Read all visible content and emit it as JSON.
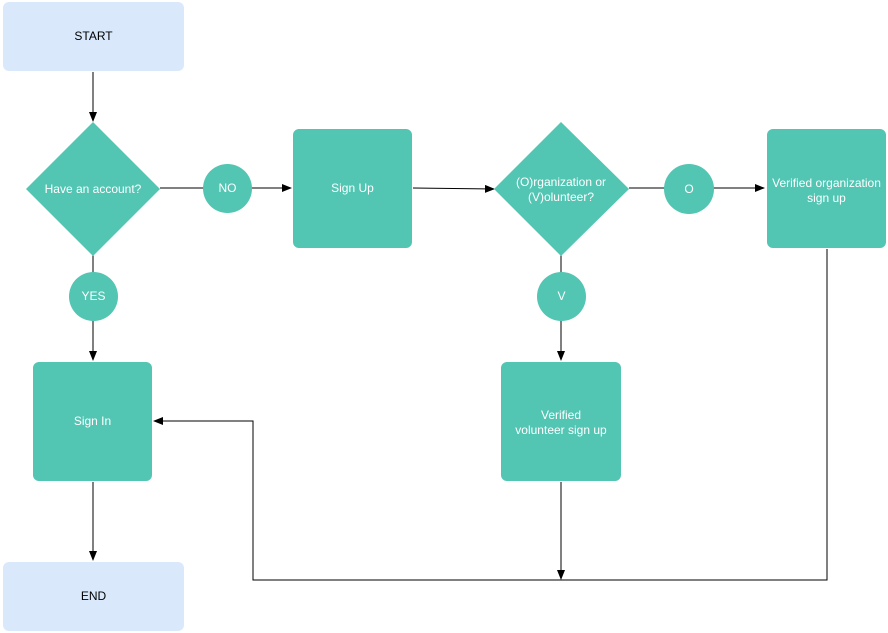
{
  "colors": {
    "terminal_fill": "#dae8fc",
    "node_fill": "#52c5b3",
    "node_text": "#ffffff",
    "terminal_text": "#000000",
    "edge": "#000000"
  },
  "nodes": {
    "start": "START",
    "has_account": "Have an account?",
    "sign_up": "Sign Up",
    "org_or_vol": "(O)rganization or (V)olunteer?",
    "verified_org": "Verified organization sign up",
    "sign_in": "Sign In",
    "verified_vol": "Verified volunteer sign up",
    "end": "END"
  },
  "edge_labels": {
    "no": "NO",
    "yes": "YES",
    "o": "O",
    "v": "V"
  }
}
